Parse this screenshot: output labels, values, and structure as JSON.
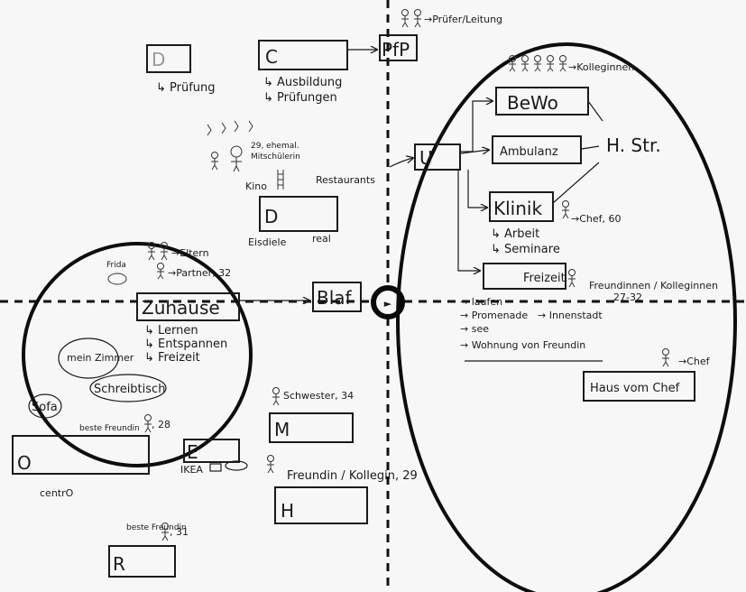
{
  "center_mark": "►",
  "top_left": {
    "box_d_letter": "D",
    "pruefung": "↳ Prüfung",
    "box_c_letter": "C",
    "ausbildung": "↳ Ausbildung",
    "pruefungen": "↳ Prüfungen",
    "pfp_box": "PfP",
    "pruefer_label": "→Prüfer/Leitung",
    "group_label": "29, ehemal.",
    "group_label2": "Mitschülerin",
    "kino": "Kino",
    "restaurants": "Restaurants",
    "box_d2_letter": "D",
    "eisdiele": "Eisdiele",
    "real": "real"
  },
  "home": {
    "title": "Zuhause",
    "lernen": "↳ Lernen",
    "entspannen": "↳ Entspannen",
    "freizeit": "↳ Freizeit",
    "mein_zimmer": "mein Zimmer",
    "sofa": "Sofa",
    "schreibtisch": "Schreibtisch",
    "frida": "Frida",
    "eltern": "→Eltern",
    "partner": "→Partner, 32",
    "blaf_box": "Blaf"
  },
  "bottom_left": {
    "beste_freundin": "beste Freundin",
    "bf_age": ", 28",
    "box_o": "O",
    "centro": "centrO",
    "box_e": "E",
    "ikea": "IKEA",
    "beste_freundin2": "beste Freundin",
    "bf2_age": ", 31",
    "box_r": "R"
  },
  "bottom_middle": {
    "schwester": "Schwester, 34",
    "box_m": "M",
    "freundin_kollegin": "Freundin / Kollegin, 29",
    "box_h": "H"
  },
  "work": {
    "box_u": "U",
    "kolleginnen": "→Kolleginnen",
    "bewo": "BeWo",
    "ambulanz": "Ambulanz",
    "h_str": "H. Str.",
    "klinik": "Klinik",
    "chef": "→Chef, 60",
    "arbeit": "↳ Arbeit",
    "seminare": "↳ Seminare",
    "freizeit": "Freizeit",
    "freundinnen": "Freundinnen / Kolleginnen",
    "freundinnen_age": "27-32",
    "laufen": "→ laufen",
    "promenade": "→ Promenade",
    "innenstadt": "→ Innenstadt",
    "see": "→ see",
    "wohnung": "→ Wohnung von Freundin",
    "chef2": "→Chef",
    "haus_chef": "Haus vom Chef"
  }
}
